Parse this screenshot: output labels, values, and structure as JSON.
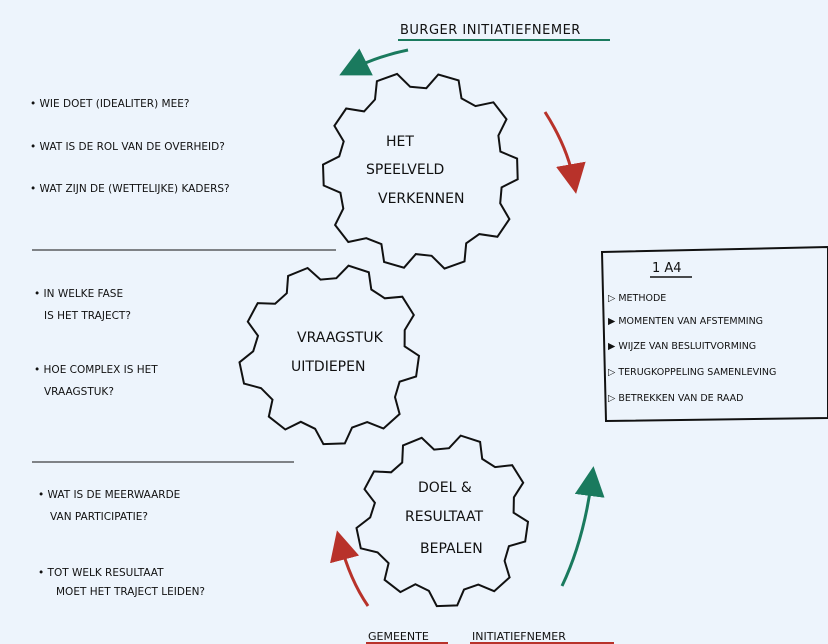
{
  "top_label": "BURGER INITIATIEFNEMER",
  "bottom_labels": {
    "gemeente": "GEMEENTE",
    "initiatiefnemer": "INITIATIEFNEMER"
  },
  "gears": {
    "top": {
      "lines": [
        "HET",
        "SPEELVELD",
        "VERKENNEN"
      ]
    },
    "middle": {
      "lines": [
        "VRAAGSTUK",
        "UITDIEPEN"
      ]
    },
    "bottom": {
      "lines": [
        "DOEL &",
        "RESULTAAT",
        "BEPALEN"
      ]
    }
  },
  "questions": {
    "group1": [
      "• WIE DOET (IDEALITER) MEE?",
      "• WAT IS DE ROL VAN DE OVERHEID?",
      "• WAT ZIJN DE (WETTELIJKE) KADERS?"
    ],
    "group2": [
      "• IN WELKE FASE",
      "IS HET TRAJECT?",
      "• HOE COMPLEX IS HET",
      "VRAAGSTUK?"
    ],
    "group3": [
      "• WAT IS DE MEERWAARDE",
      "VAN PARTICIPATIE?",
      "• TOT WELK RESULTAAT",
      "MOET HET TRAJECT LEIDEN?"
    ]
  },
  "box": {
    "title": "1 A4",
    "items": [
      "▷ METHODE",
      "▶ MOMENTEN VAN AFSTEMMING",
      "▶ WIJZE VAN BESLUITVORMING",
      "▷ TERUGKOPPELING SAMENLEVING",
      "▷ BETREKKEN VAN DE RAAD"
    ]
  },
  "colors": {
    "background": "#edf4fc",
    "ink": "#111111",
    "green_arrow": "#1a7a5e",
    "red_arrow": "#b8322a"
  }
}
